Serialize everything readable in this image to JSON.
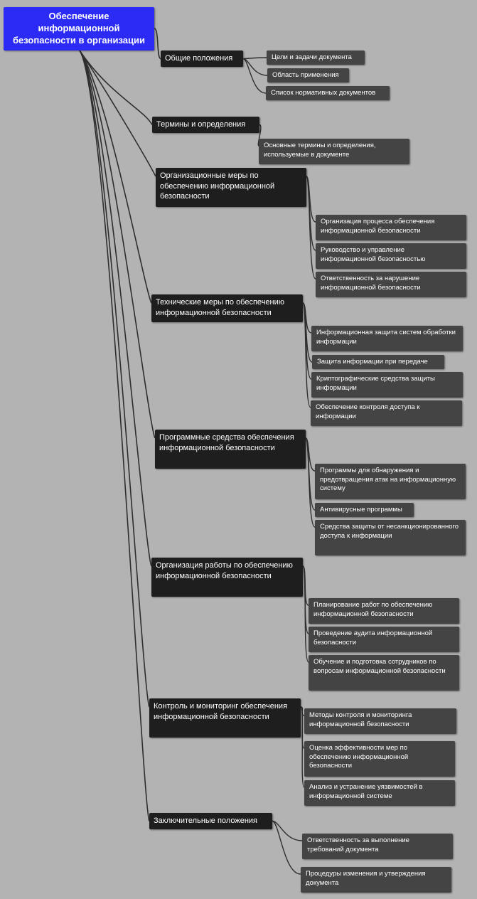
{
  "root": {
    "title": "Обеспечение информационной безопасности в организации"
  },
  "sections": [
    {
      "title": "Общие положения",
      "items": [
        "Цели и задачи документа",
        "Область применения",
        "Список нормативных документов"
      ]
    },
    {
      "title": "Термины и определения",
      "items": [
        "Основные термины и определения, используемые в документе"
      ]
    },
    {
      "title": "Организационные меры по обеспечению информационной безопасности",
      "items": [
        "Организация процесса обеспечения информационной безопасности",
        "Руководство и управление информационной безопасностью",
        "Ответственность за нарушение информационной безопасности"
      ]
    },
    {
      "title": "Технические меры по обеспечению информационной безопасности",
      "items": [
        "Информационная защита систем обработки информации",
        "Защита информации при передаче",
        "Криптографические средства защиты информации",
        "Обеспечение контроля доступа к информации"
      ]
    },
    {
      "title": "Программные средства обеспечения информационной безопасности",
      "items": [
        "Программы для обнаружения и предотвращения атак на информационную систему",
        "Антивирусные программы",
        "Средства защиты от несанкционированного доступа к информации"
      ]
    },
    {
      "title": "Организация работы по обеспечению информационной безопасности",
      "items": [
        "Планирование работ по обеспечению информационной безопасности",
        "Проведение аудита информационной безопасности",
        "Обучение и подготовка сотрудников по вопросам информационной безопасности"
      ]
    },
    {
      "title": "Контроль и мониторинг обеспечения информационной безопасности",
      "items": [
        "Методы контроля и мониторинга информационной безопасности",
        "Оценка эффективности мер по обеспечению информационной безопасности",
        "Анализ и устранение уязвимостей в информационной системе"
      ]
    },
    {
      "title": "Заключительные положения",
      "items": [
        "Ответственность за выполнение требований документа",
        "Процедуры изменения и утверждения документа"
      ]
    }
  ]
}
